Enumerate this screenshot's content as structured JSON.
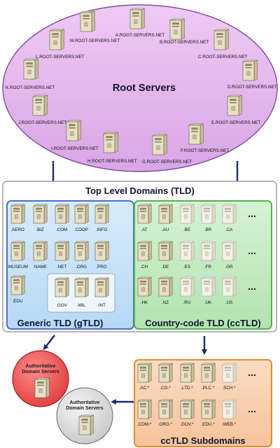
{
  "diagram": {
    "root": {
      "title": "Root Servers",
      "servers": [
        "A.ROOT-SERVERS.NET",
        "B.ROOT-SERVERS.NET",
        "C.ROOT-SERVERS.NET",
        "D.ROOT-SERVERS.NET",
        "E.ROOT-SERVERS.NET",
        "F.ROOT-SERVERS.NET",
        "G.ROOT-SERVERS.NET",
        "H.ROOT-SERVERS.NET",
        "I.ROOT-SERVERS.NET",
        "J.ROOT-SERVERS.NET",
        "K.ROOT-SERVERS.NET",
        "L.ROOT-SERVERS.NET",
        "M.ROOT-SERVERS.NET"
      ]
    },
    "tld": {
      "title": "Top Level Domains (TLD)"
    },
    "gtld": {
      "title": "Generic TLD (gTLD)",
      "items": [
        ".AERO",
        ".BIZ",
        ".COM",
        ".COOP",
        ".INFO",
        ".MUSEUM",
        ".NAME",
        ".NET",
        ".ORG",
        ".PRO",
        ".EDU"
      ],
      "sub_items": [
        ".GOV",
        ".MIL",
        ".INT"
      ]
    },
    "cctld": {
      "title": "Country-code TLD (ccTLD)",
      "rows": [
        [
          ".AT",
          ".AU",
          ".BE",
          ".BR",
          ".CA"
        ],
        [
          ".CH",
          ".DE",
          ".ES",
          ".FR",
          ".GR"
        ],
        [
          ".HK",
          ".NZ",
          ".RU",
          ".UK",
          ".US"
        ]
      ],
      "more": "..."
    },
    "subdomains": {
      "title": "ccTLD Subdomains",
      "rows": [
        [
          ".AC.*",
          ".CO.*",
          ".LTD.*",
          ".PLC.*",
          ".SCH.*"
        ],
        [
          ".COM.*",
          ".ORG.*",
          ".GOV.*",
          ".EDU.*",
          ".WEB.*"
        ]
      ],
      "more": "..."
    },
    "auth_red": {
      "line1": "Authoritative",
      "line2": "Domain Servers"
    },
    "auth_gray": {
      "line1": "Authoritative",
      "line2": "Domain Servers"
    }
  }
}
